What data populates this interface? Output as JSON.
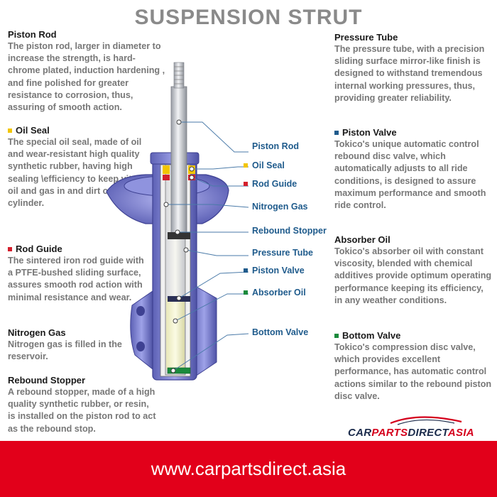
{
  "title": "SUSPENSION STRUT",
  "colors": {
    "yellow": "#f2c500",
    "red": "#d41f2c",
    "blue": "#1f5b8c",
    "green": "#1a8a3c",
    "footer": "#e2001a"
  },
  "left_blocks": [
    {
      "heading": "Piston Rod",
      "marker": "",
      "body": "The piston rod, larger in diameter to increase the strength, is hard-chrome plated, induction hardening , and fine polished for greater resistance to corrosion, thus, assuring of smooth action."
    },
    {
      "heading": "Oil Seal",
      "marker": "yellow",
      "body": "The special oil seal, made of oil and wear-resistant high quality synthetic rubber, having high sealing \\efficiency to keep vital oil and gas in and dirt out of the cylinder."
    },
    {
      "heading": "Rod Guide",
      "marker": "red",
      "body": "The sintered iron rod guide with a PTFE-bushed sliding surface, assures smooth rod action with minimal resistance and wear."
    },
    {
      "heading": "Nitrogen Gas",
      "marker": "",
      "body": "Nitrogen gas is filled in the reservoir."
    },
    {
      "heading": "Rebound Stopper",
      "marker": "",
      "body": "A rebound stopper, made of a high quality synthetic rubber, or resin, is installed on the piston rod to act as the rebound stop."
    }
  ],
  "right_blocks": [
    {
      "heading": "Pressure Tube",
      "marker": "",
      "body": "The pressure tube, with a precision sliding surface mirror-like finish is designed to withstand tremendous internal working pressures, thus, providing greater reliability."
    },
    {
      "heading": "Piston Valve",
      "marker": "blue",
      "body": "Tokico's unique automatic control rebound disc valve, which automatically adjusts to all ride conditions, is designed to assure maximum performance and smooth ride control."
    },
    {
      "heading": "Absorber Oil",
      "marker": "",
      "body": "Tokico's absorber oil with constant viscosity, blended with chemical additives provide optimum operating performance keeping its efficiency, in any weather conditions."
    },
    {
      "heading": "Bottom Valve",
      "marker": "green",
      "body": "Tokico's compression disc valve, which provides excellent performance, has automatic control actions similar to the rebound piston disc valve."
    }
  ],
  "callouts": [
    {
      "label": "Piston Rod",
      "marker": ""
    },
    {
      "label": "Oil Seal",
      "marker": "yellow"
    },
    {
      "label": "Rod Guide",
      "marker": "red"
    },
    {
      "label": "Nitrogen Gas",
      "marker": ""
    },
    {
      "label": "Rebound Stopper",
      "marker": ""
    },
    {
      "label": "Pressure Tube",
      "marker": ""
    },
    {
      "label": "Piston Valve",
      "marker": "blue"
    },
    {
      "label": "Absorber Oil",
      "marker": "green"
    },
    {
      "label": "Bottom Valve",
      "marker": ""
    }
  ],
  "logo": {
    "part1": "CAR",
    "part2": "PARTS",
    "part3": "DIRECT",
    "part4": "ASIA"
  },
  "footer_url": "www.carpartsdirect.asia"
}
